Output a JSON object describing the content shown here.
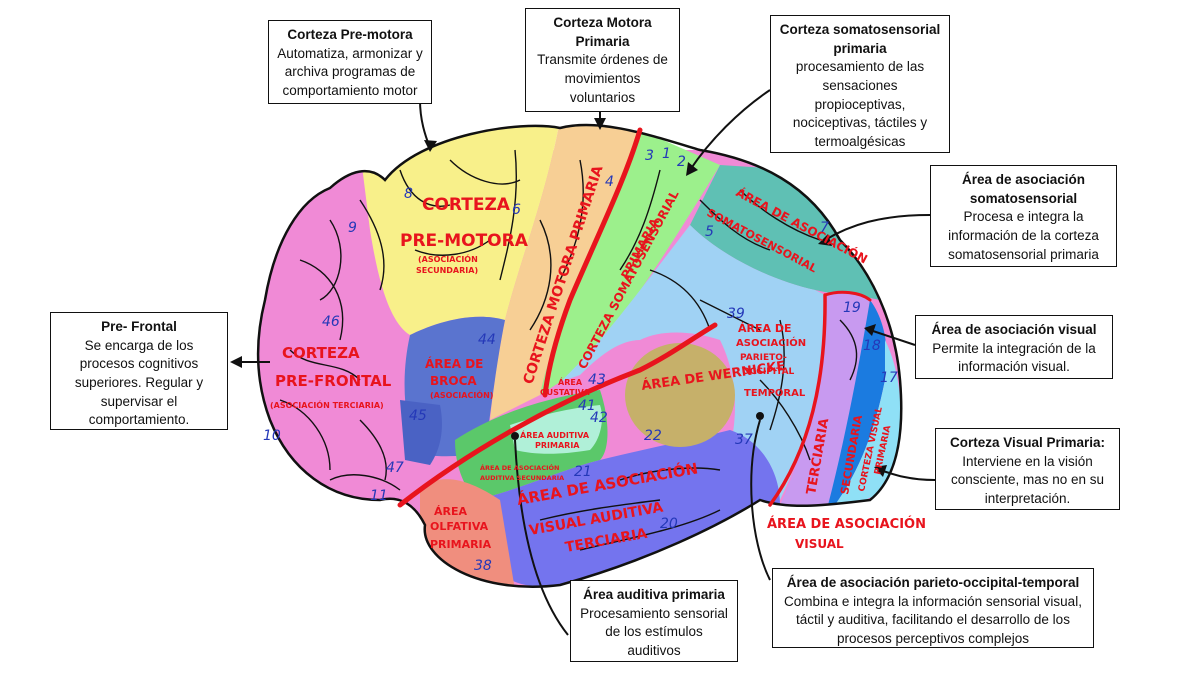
{
  "colors": {
    "prefrontal": "#f08ad6",
    "premotor": "#f8f08a",
    "motor": "#f7cf95",
    "somatosensory": "#9cf08c",
    "assoc_somato": "#5fc0b4",
    "parieto": "#a0d2f4",
    "assoc_visual_19": "#c89af0",
    "assoc_visual_18": "#1b7be0",
    "visual_primary": "#8fe0f6",
    "broca": "#5a74cf",
    "broca_lower": "#4a62c4",
    "auditory_primary": "#b0f0d8",
    "auditory_secondary": "#5bc86a",
    "wernicke": "#c6b06a",
    "temporal": "#7474ee",
    "olfactory": "#f08e7e",
    "outline": "#111111",
    "label_red": "#e8141d",
    "number_blue": "#2438b8"
  },
  "boxes": {
    "premotor": {
      "title": "Corteza Pre-motora",
      "desc": "Automatiza, armonizar y archiva programas de comportamiento motor"
    },
    "motor": {
      "title": "Corteza Motora Primaria",
      "desc": "Transmite órdenes de movimientos voluntarios"
    },
    "somato": {
      "title": "Corteza somatosensorial primaria",
      "desc": "procesamiento de las sensaciones propioceptivas, nociceptivas, táctiles y termoalgésicas"
    },
    "assoc_somato": {
      "title": "Área de asociación somatosensorial",
      "desc": "Procesa e integra la información de la corteza somatosensorial primaria"
    },
    "prefrontal": {
      "title": "Pre- Frontal",
      "desc": "Se encarga de los procesos cognitivos superiores. Regular y supervisar el comportamiento."
    },
    "assoc_visual": {
      "title": "Área de asociación visual",
      "desc": "Permite la integración de la información visual."
    },
    "visual_primary": {
      "title": "Corteza Visual Primaria:",
      "desc": "Interviene en la visión consciente, mas no en su interpretación."
    },
    "auditory": {
      "title": "Área auditiva primaria",
      "desc": "Procesamiento sensorial de los estímulos auditivos"
    },
    "parieto": {
      "title": "Área de asociación parieto-occipital-temporal",
      "desc": "Combina e integra la información sensorial visual, táctil y auditiva, facilitando el desarrollo de los procesos perceptivos complejos"
    }
  },
  "region_labels": {
    "premotor_1": "CORTEZA",
    "premotor_2": "PRE-MOTORA",
    "premotor_sub_1": "(ASOCIACIÓN",
    "premotor_sub_2": "SECUNDARIA)",
    "prefrontal_1": "CORTEZA",
    "prefrontal_2": "PRE-FRONTAL",
    "prefrontal_sub": "(ASOCIACIÓN TERCIARIA)",
    "broca_1": "ÁREA DE",
    "broca_2": "BROCA",
    "broca_sub": "(ASOCIACIÓN)",
    "motor": "CORTEZA MOTORA PRIMARIA",
    "somato_1": "CORTEZA SOMATOSENSORIAL",
    "somato_2": "PRIMARIA",
    "assoc_somato_1": "ÁREA DE ASOCIACIÓN",
    "assoc_somato_2": "SOMATOSENSORIAL",
    "parieto_1": "ÁREA DE",
    "parieto_2": "ASOCIACIÓN",
    "parieto_3": "PARIETO-",
    "parieto_4": "OCCIPITAL",
    "parieto_5": "TEMPORAL",
    "gustativa_1": "ÁREA",
    "gustativa_2": "GUSTATIVA",
    "wernicke": "ÁREA DE WERNICKE",
    "auditory_1": "ÁREA AUDITIVA",
    "auditory_2": "PRIMARIA",
    "aud_secondary_1": "ÁREA DE ASOCIACIÓN",
    "aud_secondary_2": "AUDITIVA SECUNDARIA",
    "olfactory_1": "ÁREA",
    "olfactory_2": "OLFATIVA",
    "olfactory_3": "PRIMARIA",
    "temporal_1": "ÁREA DE ASOCIACIÓN",
    "temporal_2": "VISUAL AUDITIVA",
    "temporal_3": "TERCIARIA",
    "terciaria": "TERCIARIA",
    "secundaria": "SECUNDARIA",
    "visual_primaria_1": "CORTEZA VISUAL",
    "visual_primaria_2": "PRIMARIA",
    "assoc_visual_1": "ÁREA DE ASOCIACIÓN",
    "assoc_visual_2": "VISUAL"
  },
  "brodmann": {
    "n8": "8",
    "n9": "9",
    "n6": "6",
    "n4": "4",
    "n3": "3",
    "n1": "1",
    "n2": "2",
    "n5": "5",
    "n7": "7",
    "n19": "19",
    "n18": "18",
    "n17": "17",
    "n39": "39",
    "n46": "46",
    "n44": "44",
    "n45": "45",
    "n10": "10",
    "n47": "47",
    "n11": "11",
    "n43": "43",
    "n41": "41",
    "n42": "42",
    "n22": "22",
    "n21": "21",
    "n37": "37",
    "n20": "20",
    "n38": "38"
  }
}
